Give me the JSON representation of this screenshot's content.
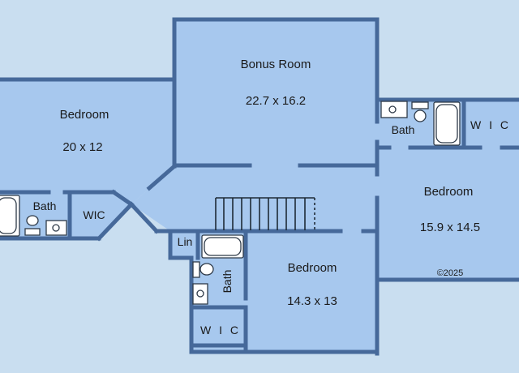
{
  "colors": {
    "background": "#c9def0",
    "room_fill": "#a7c8ee",
    "wall": "#46699a",
    "fixture": "#ffffff"
  },
  "rooms": {
    "bonus_room": {
      "name": "Bonus Room",
      "size": "22.7 x 16.2"
    },
    "bedroom_left": {
      "name": "Bedroom",
      "size": "20 x 12"
    },
    "bedroom_right": {
      "name": "Bedroom",
      "size": "15.9 x 14.5"
    },
    "bedroom_bottom": {
      "name": "Bedroom",
      "size": "14.3 x 13"
    },
    "bath_left": {
      "name": "Bath"
    },
    "bath_right": {
      "name": "Bath"
    },
    "bath_bottom": {
      "name": "Bath"
    },
    "wic_left": {
      "name": "WIC"
    },
    "wic_right": {
      "name": "W I C"
    },
    "wic_bottom": {
      "name": "W I C"
    },
    "linen": {
      "name": "Lin"
    }
  },
  "copyright": "©2025",
  "icons": [
    "toilet-icon",
    "sink-icon",
    "bathtub-icon",
    "stairs-icon"
  ]
}
